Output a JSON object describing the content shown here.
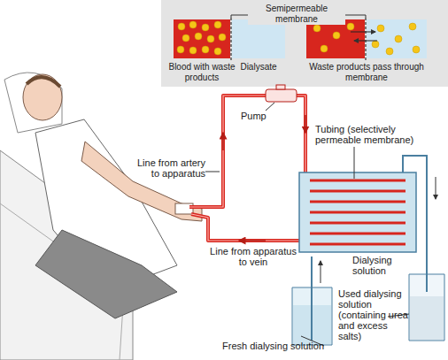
{
  "diagram": {
    "labels": [
      "Semipermeable membrane",
      "Blood with waste products",
      "Dialysate",
      "Waste products pass through membrane",
      "Pump",
      "Tubing (selectively permeable membrane)",
      "Line from artery to apparatus",
      "Dialysing solution",
      "Line from apparatus to vein",
      "Used dialysing solution (containing urea and excess salts)",
      "Fresh dialysing solution"
    ]
  }
}
